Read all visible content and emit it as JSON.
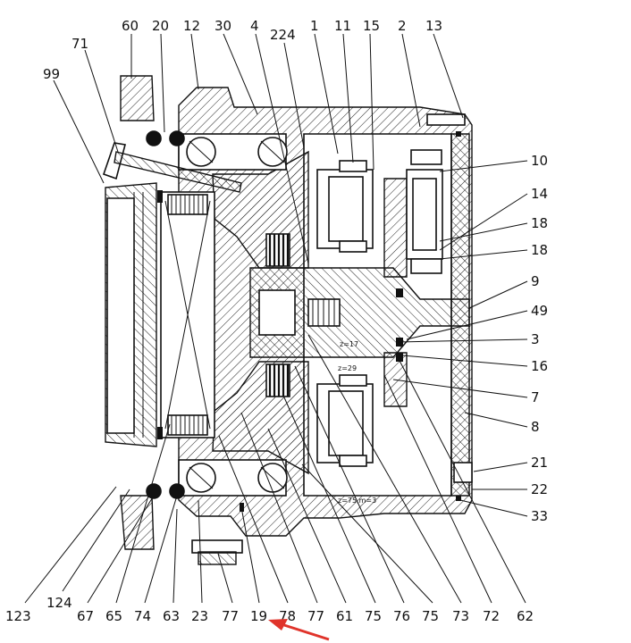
{
  "diagram": {
    "labels_top": [
      "60",
      "20",
      "12",
      "30",
      "4",
      "224",
      "1",
      "11",
      "15",
      "2",
      "13",
      "71",
      "99"
    ],
    "labels_right": [
      "10",
      "14",
      "18",
      "18",
      "9",
      "49",
      "3",
      "16",
      "7",
      "8",
      "21",
      "22",
      "33"
    ],
    "labels_bottom": [
      "123",
      "124",
      "67",
      "65",
      "74",
      "63",
      "23",
      "77",
      "19",
      "78",
      "77",
      "61",
      "75",
      "76",
      "75",
      "73",
      "72",
      "62"
    ],
    "notes": [
      "z=17",
      "z=29",
      "z=75,m=3"
    ],
    "arrow_color": "#e0342b"
  }
}
